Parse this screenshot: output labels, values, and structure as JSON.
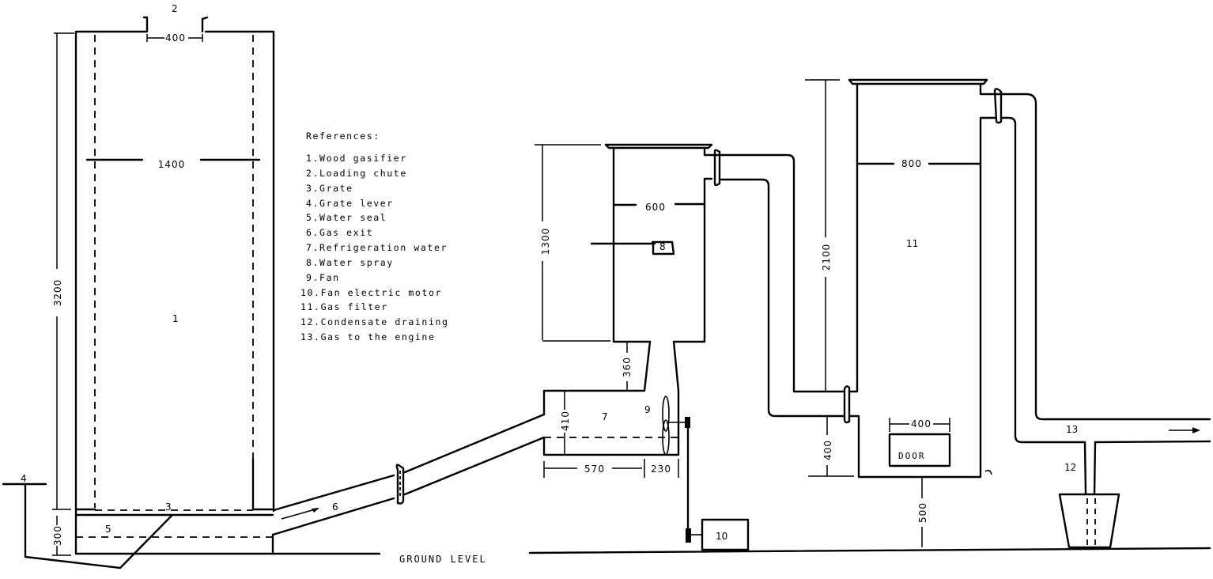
{
  "legend": {
    "title": "References:",
    "items": [
      "1.Wood gasifier",
      "2.Loading chute",
      "3.Grate",
      "4.Grate lever",
      "5.Water seal",
      "6.Gas exit",
      "7.Refrigeration water",
      "8.Water spray",
      "9.Fan",
      "10.Fan electric motor",
      "11.Gas filter",
      "12.Condensate draining",
      "13.Gas to the engine"
    ]
  },
  "labels": {
    "gasifier": "1",
    "chute": "2",
    "grate": "3",
    "lever": "4",
    "seal": "5",
    "exit": "6",
    "water": "7",
    "spray": "8",
    "fan": "9",
    "motor": "10",
    "filter": "11",
    "drain": "12",
    "engine": "13",
    "door": "DOOR",
    "ground": "GROUND LEVEL"
  },
  "dimensions": {
    "chute_width": "400",
    "gasifier_width": "1400",
    "gasifier_height": "3200",
    "base_height": "300",
    "cooler_height": "1300",
    "cooler_width": "600",
    "neck_height": "360",
    "tank_height": "410",
    "tank_length": "570",
    "fan_offset": "230",
    "filter_height": "2100",
    "filter_width": "800",
    "filter_inlet_height": "400",
    "door_width": "400",
    "filter_clearance": "500"
  }
}
